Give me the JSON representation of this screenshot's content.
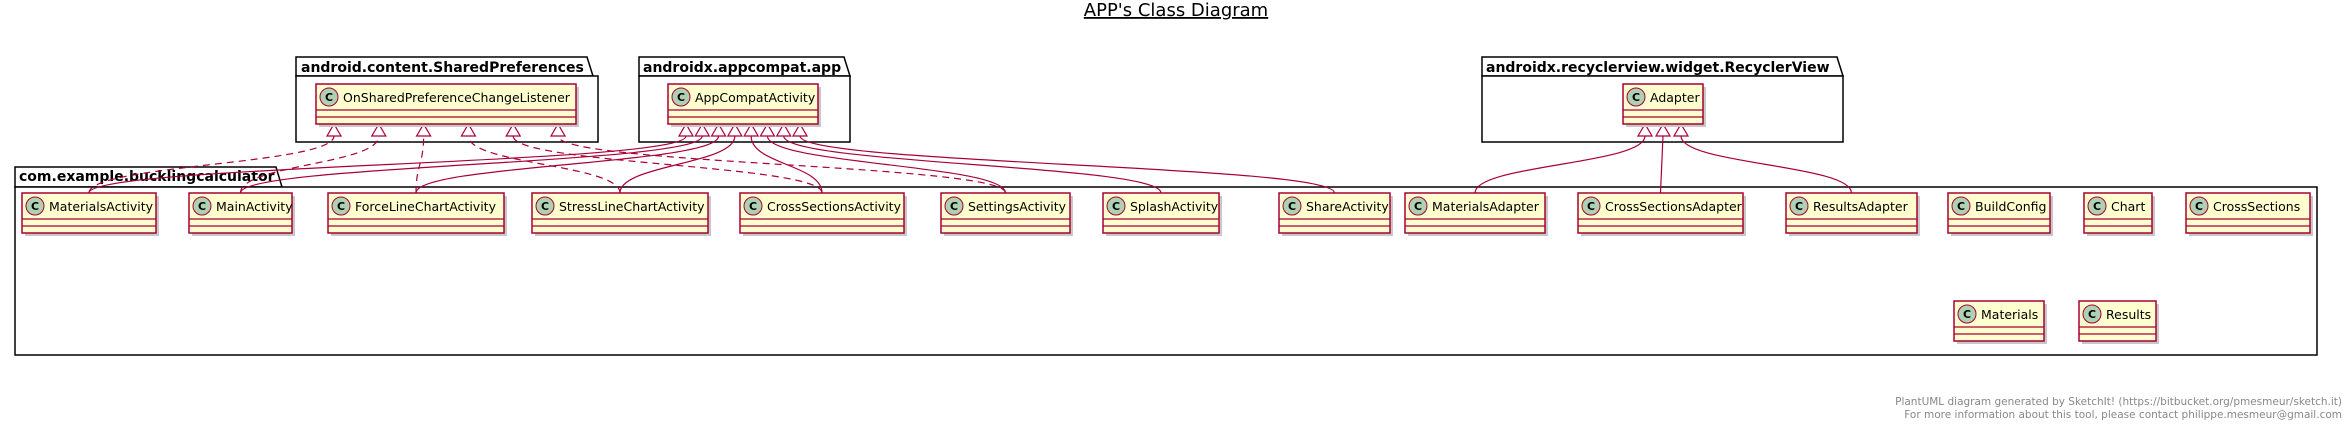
{
  "title": "APP's Class Diagram",
  "footer": {
    "line1": "PlantUML diagram generated by SketchIt! (https://bitbucket.org/pmesmeur/sketch.it)",
    "line2": "For more information about this tool, please contact philippe.mesmeur@gmail.com"
  },
  "class_stereotype_letter": "C",
  "packages": {
    "prefs": "android.content.SharedPreferences",
    "appcompat": "androidx.appcompat.app",
    "recycler": "androidx.recyclerview.widget.RecyclerView",
    "main": "com.example.bucklingcalculator"
  },
  "classes": {
    "listener": "OnSharedPreferenceChangeListener",
    "appcompatactivity": "AppCompatActivity",
    "adapter": "Adapter",
    "materialsactivity": "MaterialsActivity",
    "mainactivity": "MainActivity",
    "forcelinechartactivity": "ForceLineChartActivity",
    "stresslinechartactivity": "StressLineChartActivity",
    "crosssectionsactivity": "CrossSectionsActivity",
    "settingsactivity": "SettingsActivity",
    "splashactivity": "SplashActivity",
    "shareactivity": "ShareActivity",
    "materialsadapter": "MaterialsAdapter",
    "crosssectionsadapter": "CrossSectionsAdapter",
    "resultsadapter": "ResultsAdapter",
    "buildconfig": "BuildConfig",
    "chart": "Chart",
    "crosssections": "CrossSections",
    "materials": "Materials",
    "results": "Results"
  },
  "relations": [
    {
      "from": "materialsactivity",
      "to": "listener",
      "kind": "realization"
    },
    {
      "from": "mainactivity",
      "to": "listener",
      "kind": "realization"
    },
    {
      "from": "forcelinechartactivity",
      "to": "listener",
      "kind": "realization"
    },
    {
      "from": "stresslinechartactivity",
      "to": "listener",
      "kind": "realization"
    },
    {
      "from": "crosssectionsactivity",
      "to": "listener",
      "kind": "realization"
    },
    {
      "from": "settingsactivity",
      "to": "listener",
      "kind": "realization"
    },
    {
      "from": "materialsactivity",
      "to": "appcompatactivity",
      "kind": "generalization"
    },
    {
      "from": "mainactivity",
      "to": "appcompatactivity",
      "kind": "generalization"
    },
    {
      "from": "forcelinechartactivity",
      "to": "appcompatactivity",
      "kind": "generalization"
    },
    {
      "from": "stresslinechartactivity",
      "to": "appcompatactivity",
      "kind": "generalization"
    },
    {
      "from": "crosssectionsactivity",
      "to": "appcompatactivity",
      "kind": "generalization"
    },
    {
      "from": "settingsactivity",
      "to": "appcompatactivity",
      "kind": "generalization"
    },
    {
      "from": "splashactivity",
      "to": "appcompatactivity",
      "kind": "generalization"
    },
    {
      "from": "shareactivity",
      "to": "appcompatactivity",
      "kind": "generalization"
    },
    {
      "from": "materialsadapter",
      "to": "adapter",
      "kind": "generalization"
    },
    {
      "from": "crosssectionsadapter",
      "to": "adapter",
      "kind": "generalization"
    },
    {
      "from": "resultsadapter",
      "to": "adapter",
      "kind": "generalization"
    }
  ]
}
